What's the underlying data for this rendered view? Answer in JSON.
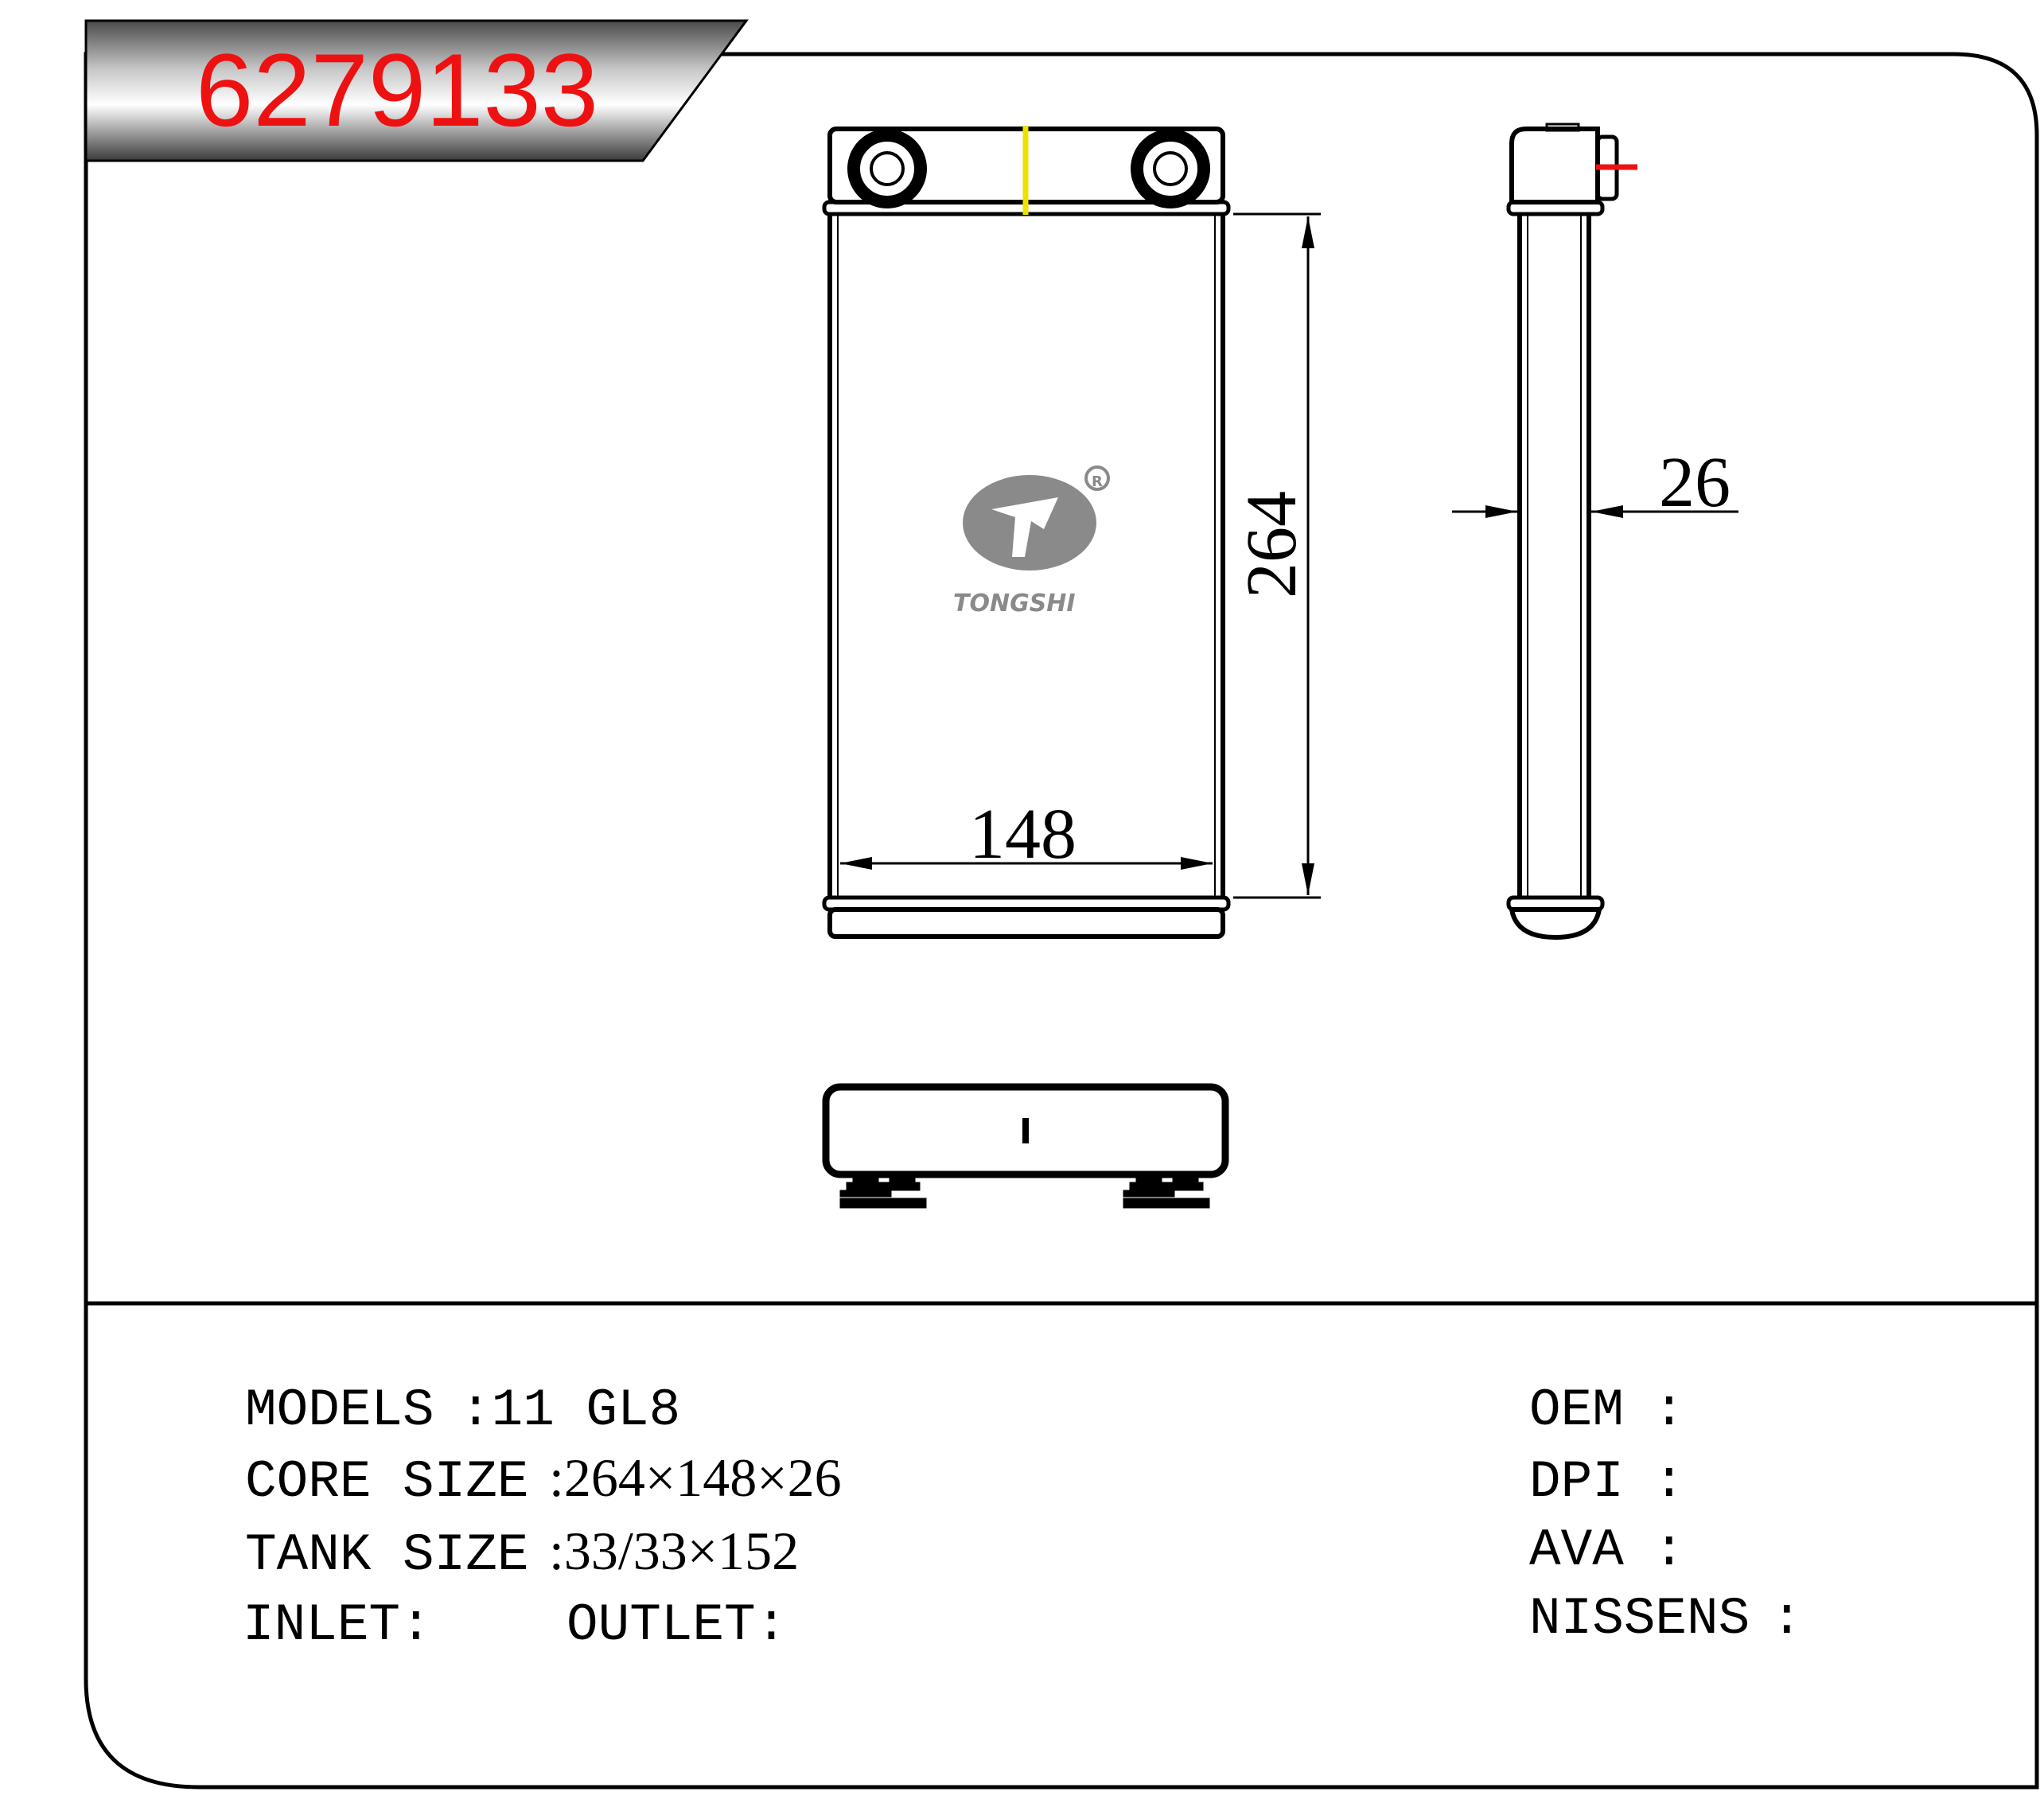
{
  "header": {
    "part_number": "6279133"
  },
  "drawing": {
    "width_dim": "148",
    "height_dim": "264",
    "thickness_dim": "26",
    "brand_watermark": "TONGSHI"
  },
  "specs": {
    "models_label": "MODELS",
    "models_value": ":11 GL8",
    "core_size_label": "CORE SIZE",
    "core_size_value": ":264×148×26",
    "tank_size_label": "TANK SIZE",
    "tank_size_value": ":33/33×152",
    "inlet_label": "INLET:",
    "outlet_label": "OUTLET:"
  },
  "references": {
    "oem_label": "OEM",
    "dpi_label": "DPI",
    "ava_label": "AVA",
    "nissens_label": "NISSENS",
    "colon": ":"
  },
  "colors": {
    "part_number": "#ee1111",
    "line": "#000000",
    "marker_yellow": "#f0e000",
    "marker_red": "#ee1111",
    "logo_gray": "#8a8a8a"
  }
}
